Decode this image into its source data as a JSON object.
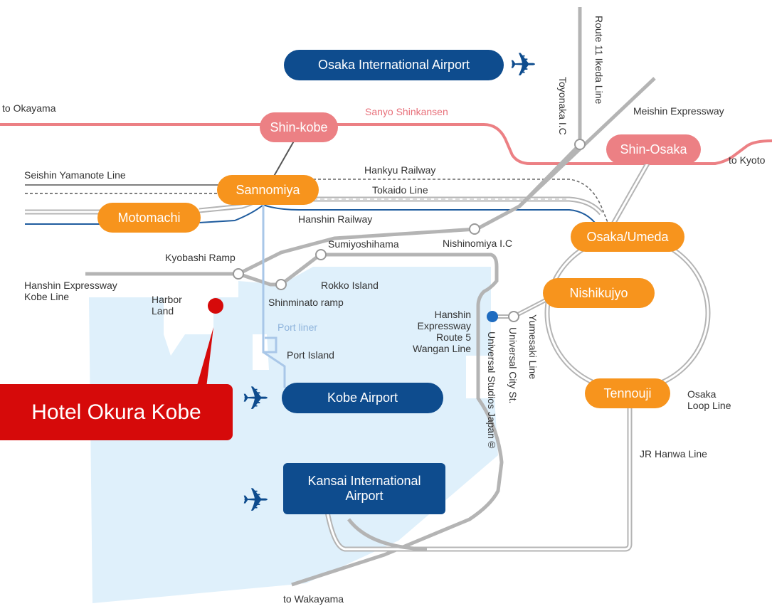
{
  "hotel": {
    "name": "Hotel Okura Kobe"
  },
  "stations": {
    "shin_kobe": "Shin-kobe",
    "shin_osaka": "Shin-Osaka",
    "sannomiya": "Sannomiya",
    "motomachi": "Motomachi",
    "osaka_umeda": "Osaka/Umeda",
    "nishikujyo": "Nishikujyo",
    "tennouji": "Tennouji"
  },
  "airports": {
    "osaka_itami": "Osaka International Airport",
    "kobe": "Kobe Airport",
    "kansai": "Kansai International\nAirport"
  },
  "lines": {
    "sanyo_shinkansen": "Sanyo Shinkansen",
    "seishin_yamanote": "Seishin Yamanote Line",
    "hankyu": "Hankyu Railway",
    "tokaido": "Tokaido Line",
    "hanshin_railway": "Hanshin Railway",
    "meishin": "Meishin Expressway",
    "port_liner": "Port liner",
    "yumesaki": "Yumesaki Line",
    "osaka_loop": "Osaka\nLoop Line",
    "jr_hanwa": "JR Hanwa Line",
    "hanshin_kobe": "Hanshin Expressway\nKobe Line",
    "wangan": "Hanshin\nExpressway\nRoute 5\nWangan Line",
    "route11": "Route 11\nIkeda Line"
  },
  "places": {
    "to_okayama": "to Okayama",
    "to_kyoto": "to Kyoto",
    "to_wakayama": "to Wakayama",
    "kyobashi_ramp": "Kyobashi Ramp",
    "sumiyoshihama": "Sumiyoshihama",
    "nishinomiya_ic": "Nishinomiya I.C",
    "rokko_island": "Rokko Island",
    "shinminato_ramp": "Shinminato ramp",
    "harbor_land": "Harbor\nLand",
    "port_island": "Port Island",
    "toyonaka_ic": "Toyonaka I.C",
    "usj": "Universal Studios Japan®",
    "universal_city": "Universal City St."
  },
  "colors": {
    "sea": "#dff0fb",
    "shinkansen": "#ec8084",
    "jr": "#ffffff",
    "hanshin": "#1f5c9e",
    "expressway": "#b4b4b4",
    "port_liner": "#a9c7e8",
    "hotel": "#d60a0a",
    "navy": "#0e4c8e",
    "orange": "#f7941d"
  },
  "icons": {
    "airport": "airplane-icon",
    "hotel_marker": "red-dot-marker"
  }
}
